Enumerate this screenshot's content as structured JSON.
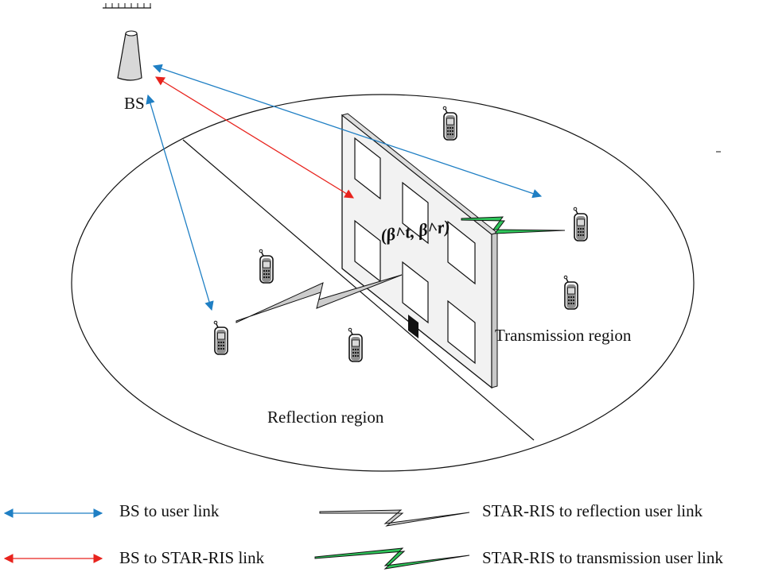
{
  "labels": {
    "bs": "BS",
    "transmission_region": "Transmission region",
    "reflection_region": "Reflection region",
    "ris_coefficients": "(β^t, β^r)"
  },
  "legend": {
    "bs_user_link": "BS to user link",
    "bs_star_ris_link": "BS to STAR-RIS link",
    "reflection_user_link": "STAR-RIS to reflection user link",
    "transmission_user_link": "STAR-RIS to transmission user link"
  },
  "colors": {
    "bs_user_link": "#1f7fc4",
    "bs_star_ris_link": "#e8231d",
    "reflection_link_fill": "#c8c8c8",
    "transmission_link_fill": "#2ec55a"
  },
  "icons": {
    "base_station": "antenna-tower-icon",
    "user_device": "mobile-phone-icon"
  }
}
